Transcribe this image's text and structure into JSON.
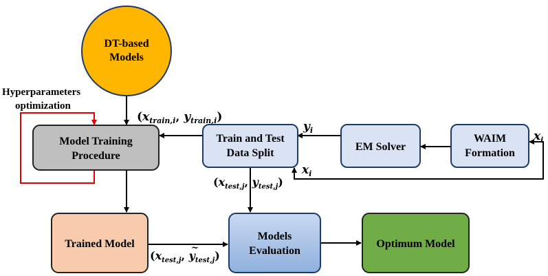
{
  "nodes": {
    "dt_models": {
      "line1": "DT-based",
      "line2": "Models",
      "color": "#FFB600"
    },
    "model_training": {
      "line1": "Model Training",
      "line2": "Procedure",
      "color": "#BFBFBF"
    },
    "train_test_split": {
      "line1": "Train and Test",
      "line2": "Data Split",
      "color": "#DAE3F3"
    },
    "em_solver": {
      "line1": "EM Solver",
      "color": "#DAE3F3"
    },
    "waim_formation": {
      "line1": "WAIM",
      "line2": "Formation",
      "color": "#DAE3F3"
    },
    "trained_model": {
      "line1": "Trained Model",
      "color": "#F8CBAD"
    },
    "models_evaluation": {
      "line1": "Models",
      "line2": "Evaluation",
      "color": "#A9C4E8"
    },
    "optimum_model": {
      "line1": "Optimum Model",
      "color": "#70AD47"
    }
  },
  "labels": {
    "hyperparameters_line1": "Hyperparameters",
    "hyperparameters_line2": "optimization",
    "train_pair": {
      "open": "(",
      "x": "x",
      "x_sub": "train,i",
      "comma": ", ",
      "y": "y",
      "y_sub": "train,i",
      "close": ")"
    },
    "test_pair": {
      "open": "(",
      "x": "x",
      "x_sub": "test,j",
      "comma": ", ",
      "y": "y",
      "y_sub": "test,j",
      "close": ")"
    },
    "pred_pair": {
      "open": "(",
      "x": "x",
      "x_sub": "test,j",
      "comma": ", ",
      "y": "y",
      "tilde": "~",
      "y_sub": "test,j",
      "close": ")"
    },
    "y_i": {
      "var": "y",
      "sub": "i"
    },
    "x_i_input": {
      "var": "x",
      "sub": "i"
    },
    "x_i_feedback": {
      "var": "x",
      "sub": "i"
    }
  },
  "colors": {
    "hyperparameter_loop": "#E00000",
    "box_border_blue": "#1F3A68",
    "box_border_dark": "#222222"
  }
}
